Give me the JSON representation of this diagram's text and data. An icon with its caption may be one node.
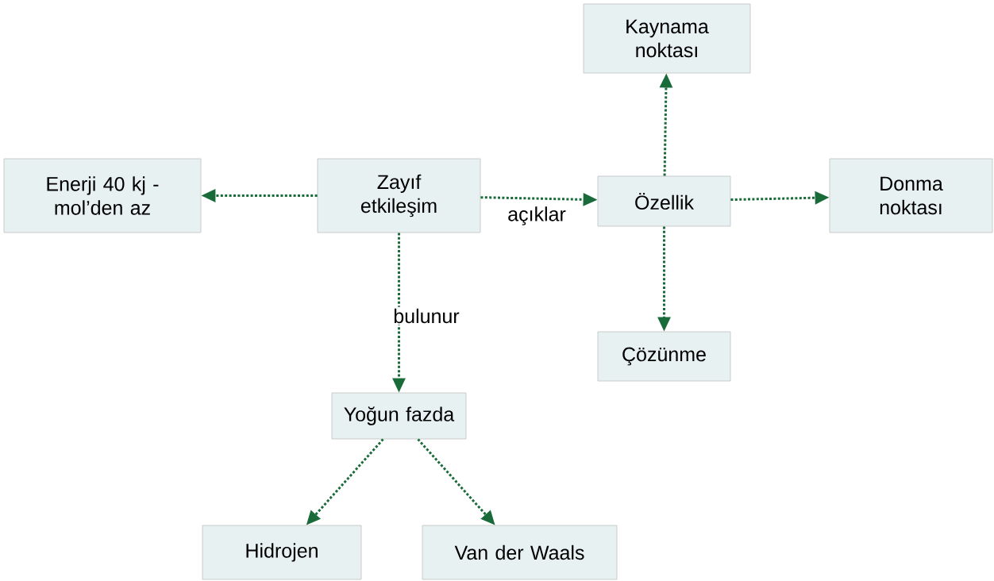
{
  "diagram": {
    "nodes": [
      {
        "text": [
          "Kaynama noktası"
        ]
      },
      {
        "text": [
          "Enerji 40 kj -mol’den az"
        ]
      },
      {
        "text": [
          "Zayıf etkileşim"
        ]
      },
      {
        "text": [
          "Özellik"
        ]
      },
      {
        "text": [
          "Donma noktası"
        ]
      },
      {
        "text": [
          "Çözünme"
        ]
      },
      {
        "text": [
          "Yoğun fazda"
        ]
      },
      {
        "text": [
          "Hidrojen"
        ]
      },
      {
        "text": [
          "Van der Waals"
        ]
      }
    ],
    "edges": [
      {
        "from": 2,
        "to": 1,
        "arrow": "to"
      },
      {
        "from": 2,
        "to": 3,
        "arrow": "to",
        "label": "açıklar"
      },
      {
        "from": 3,
        "to": 0,
        "arrow": "to"
      },
      {
        "from": 3,
        "to": 4,
        "arrow": "to"
      },
      {
        "from": 3,
        "to": 5,
        "arrow": "to"
      },
      {
        "from": 2,
        "to": 6,
        "arrow": "to",
        "label": "bulunur"
      },
      {
        "from": 6,
        "to": 7,
        "arrow": "to"
      },
      {
        "from": 6,
        "to": 8,
        "arrow": "to"
      }
    ]
  }
}
